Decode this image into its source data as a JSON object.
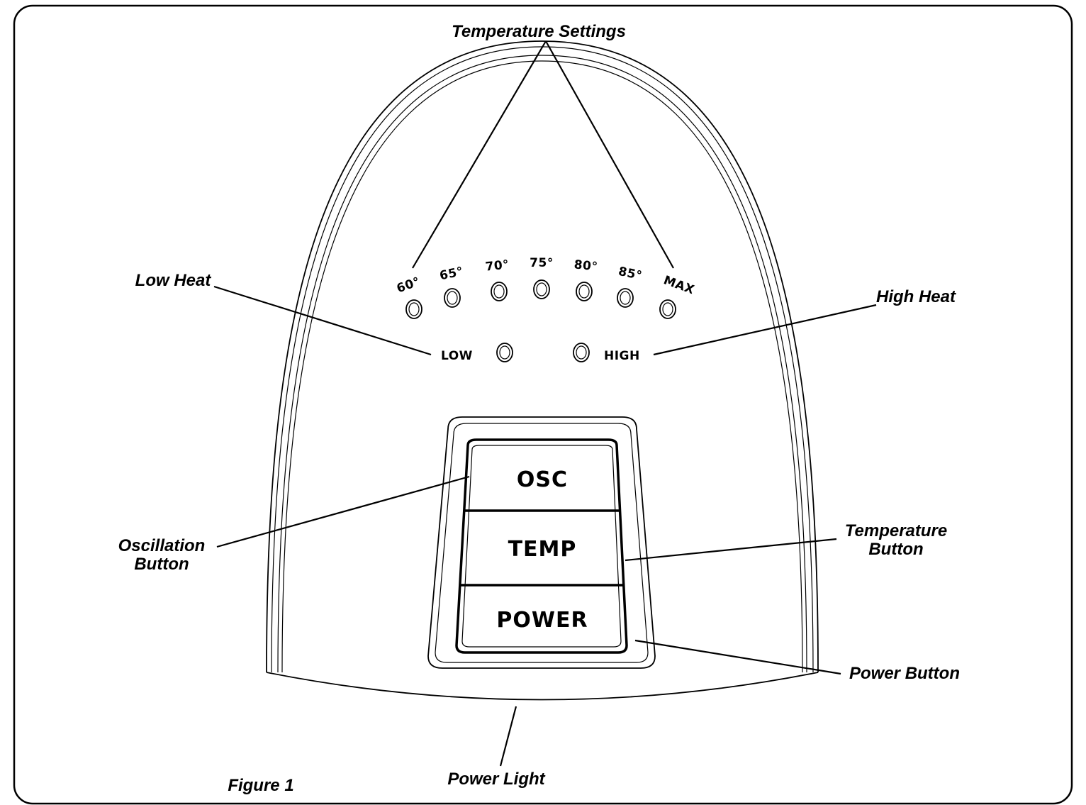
{
  "diagram": {
    "callouts": {
      "temperature_settings": "Temperature Settings",
      "low_heat": "Low Heat",
      "high_heat": "High Heat",
      "oscillation_button_line1": "Oscillation",
      "oscillation_button_line2": "Button",
      "temperature_button_line1": "Temperature",
      "temperature_button_line2": "Button",
      "power_button": "Power Button",
      "power_light": "Power Light"
    },
    "figure_caption": "Figure 1",
    "temperature_labels": [
      "60°",
      "65°",
      "70°",
      "75°",
      "80°",
      "85°",
      "MAX"
    ],
    "heat_labels": {
      "low": "LOW",
      "high": "HIGH"
    },
    "buttons": {
      "osc": "OSC",
      "temp": "TEMP",
      "power": "POWER"
    }
  },
  "colors": {
    "line": "#000000",
    "background": "#ffffff"
  },
  "icons": {
    "indicator": "indicator-light-icon"
  }
}
